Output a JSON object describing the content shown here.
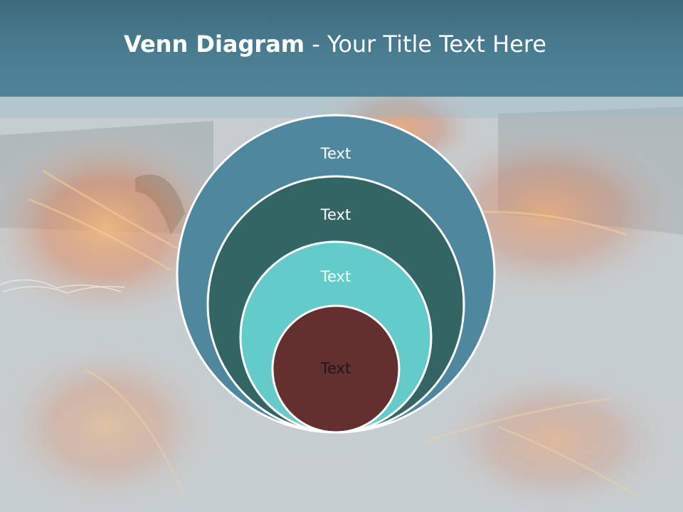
{
  "title": {
    "bold": "Venn Diagram",
    "rest": " - Your Title Text Here"
  },
  "diagram": {
    "circles": [
      {
        "label": "Text",
        "fill": "#4e879e",
        "text_color": "#ffffff"
      },
      {
        "label": "Text",
        "fill": "#326564",
        "text_color": "#ffffff"
      },
      {
        "label": "Text",
        "fill": "#64cbcb",
        "text_color": "#ffffff"
      },
      {
        "label": "Text",
        "fill": "#632f2f",
        "text_color": "#1a1a1a"
      }
    ],
    "outline_color": "#ffffff"
  },
  "colors": {
    "title_bar": "#4a7d91",
    "slide_background": "#c9cfd2"
  }
}
